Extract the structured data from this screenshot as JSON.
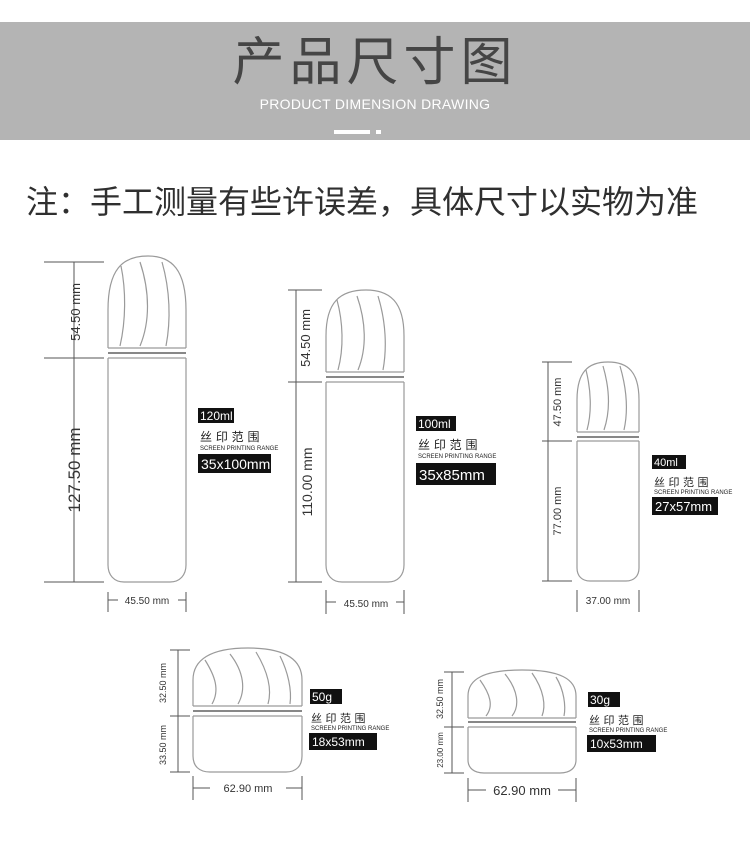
{
  "header": {
    "title": "产品尺寸图",
    "subtitle": "PRODUCT DIMENSION DRAWING"
  },
  "note": "注：手工测量有些许误差，具体尺寸以实物为准",
  "print_area": {
    "label_cn": "丝 印 范 围",
    "label_en": "SCREEN PRINTING RANGE"
  },
  "products": [
    {
      "id": "120ml",
      "capacity": "120ml",
      "print_size": "35x100mm",
      "cap_height": "54.50 mm",
      "body_height": "127.50 mm",
      "width": "45.50 mm"
    },
    {
      "id": "100ml",
      "capacity": "100ml",
      "print_size": "35x85mm",
      "cap_height": "54.50 mm",
      "body_height": "110.00 mm",
      "width": "45.50 mm"
    },
    {
      "id": "40ml",
      "capacity": "40ml",
      "print_size": "27x57mm",
      "cap_height": "47.50 mm",
      "body_height": "77.00 mm",
      "width": "37.00 mm"
    },
    {
      "id": "50g",
      "capacity": "50g",
      "print_size": "18x53mm",
      "cap_height": "32.50 mm",
      "body_height": "33.50 mm",
      "width": "62.90 mm"
    },
    {
      "id": "30g",
      "capacity": "30g",
      "print_size": "10x53mm",
      "cap_height": "32.50 mm",
      "body_height": "23.00 mm",
      "width": "62.90 mm"
    }
  ],
  "colors": {
    "header_bg": "#b4b4b4",
    "outline": "#9a9a9a",
    "dim_line": "#555555",
    "tag_bg": "#111111"
  }
}
